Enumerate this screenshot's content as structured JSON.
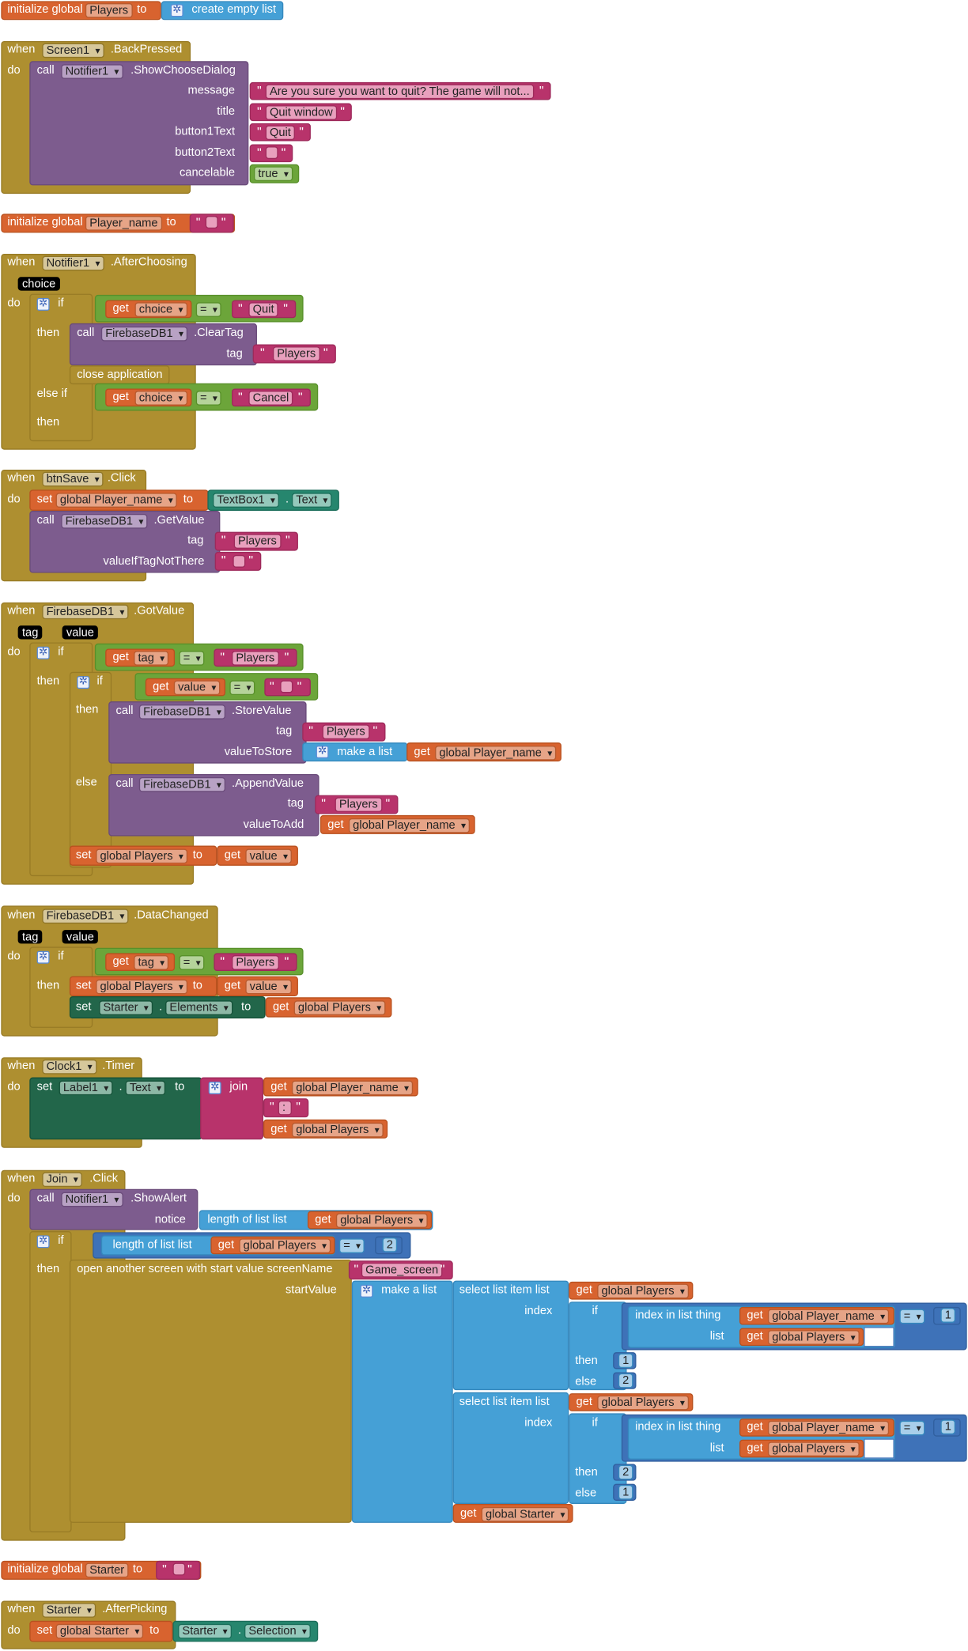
{
  "kw": {
    "initialize_global": "initialize global",
    "to": "to",
    "when": "when",
    "do": "do",
    "call": "call",
    "get": "get",
    "set": "set",
    "if": "if",
    "then": "then",
    "else": "else",
    "else_if": "else if",
    "quote": "\"",
    "dot": ".",
    "eq": "=",
    "create_empty_list": "create empty list",
    "make_a_list": "make a list",
    "join": "join",
    "length_of_list_list": "length of list  list",
    "close_application": "close application"
  },
  "var_players": {
    "name": "Players"
  },
  "backpressed": {
    "component": "Screen1",
    "event": ".BackPressed",
    "method_component": "Notifier1",
    "method": ".ShowChooseDialog",
    "params": {
      "message": "message",
      "title": "title",
      "button1Text": "button1Text",
      "button2Text": "button2Text",
      "cancelable": "cancelable"
    },
    "message_value": "Are you sure you want to quit? The game will not...",
    "title_value": "Quit window",
    "button1_value": "Quit",
    "cancelable_value": "true"
  },
  "var_player_name": {
    "name": "Player_name"
  },
  "afterchoosing": {
    "component": "Notifier1",
    "event": ".AfterChoosing",
    "param": "choice",
    "get_var": "choice",
    "compare1": "Quit",
    "firebase_component": "FirebaseDB1",
    "firebase_method": ".ClearTag",
    "tag_label": "tag",
    "tag_value": "Players",
    "compare2": "Cancel"
  },
  "btnsave": {
    "component": "btnSave",
    "event": ".Click",
    "set_var": "global Player_name",
    "textbox": "TextBox1",
    "text_prop": "Text",
    "firebase_component": "FirebaseDB1",
    "firebase_method": ".GetValue",
    "tag_label": "tag",
    "tag_value": "Players",
    "value_label": "valueIfTagNotThere"
  },
  "gotvalue": {
    "component": "FirebaseDB1",
    "event": ".GotValue",
    "param_tag": "tag",
    "param_value": "value",
    "get_tag": "tag",
    "players": "Players",
    "get_value": "value",
    "firebase_component": "FirebaseDB1",
    "store_method": ".StoreValue",
    "tag_label": "tag",
    "store_label": "valueToStore",
    "get_player_name": "global Player_name",
    "append_method": ".AppendValue",
    "add_label": "valueToAdd",
    "set_players": "global Players"
  },
  "datachanged": {
    "component": "FirebaseDB1",
    "event": ".DataChanged",
    "param_tag": "tag",
    "param_value": "value",
    "get_tag": "tag",
    "players": "Players",
    "set_players": "global Players",
    "get_value": "value",
    "starter": "Starter",
    "elements": "Elements",
    "get_global_players": "global Players"
  },
  "timer": {
    "component": "Clock1",
    "event": ".Timer",
    "label": "Label1",
    "text_prop": "Text",
    "get_player_name": "global Player_name",
    "sep": ":",
    "get_players": "global Players"
  },
  "join_click": {
    "component": "Join",
    "event": ".Click",
    "notifier": "Notifier1",
    "method": ".ShowAlert",
    "notice_label": "notice",
    "get_players": "global Players",
    "compare_value": "2",
    "open_screen": "open another screen with start value  screenName",
    "screen_name": "Game_screen",
    "start_value_label": "startValue",
    "select_list_item": "select list item  list",
    "index_label": "index",
    "index_in_list": "index in list  thing",
    "list_label": "list",
    "get_player_name": "global Player_name",
    "one": "1",
    "two": "2",
    "get_starter": "global Starter"
  },
  "var_starter": {
    "name": "Starter"
  },
  "afterpicking": {
    "component": "Starter",
    "event": ".AfterPicking",
    "set_var": "global Starter",
    "picker": "Starter",
    "selection": "Selection"
  }
}
